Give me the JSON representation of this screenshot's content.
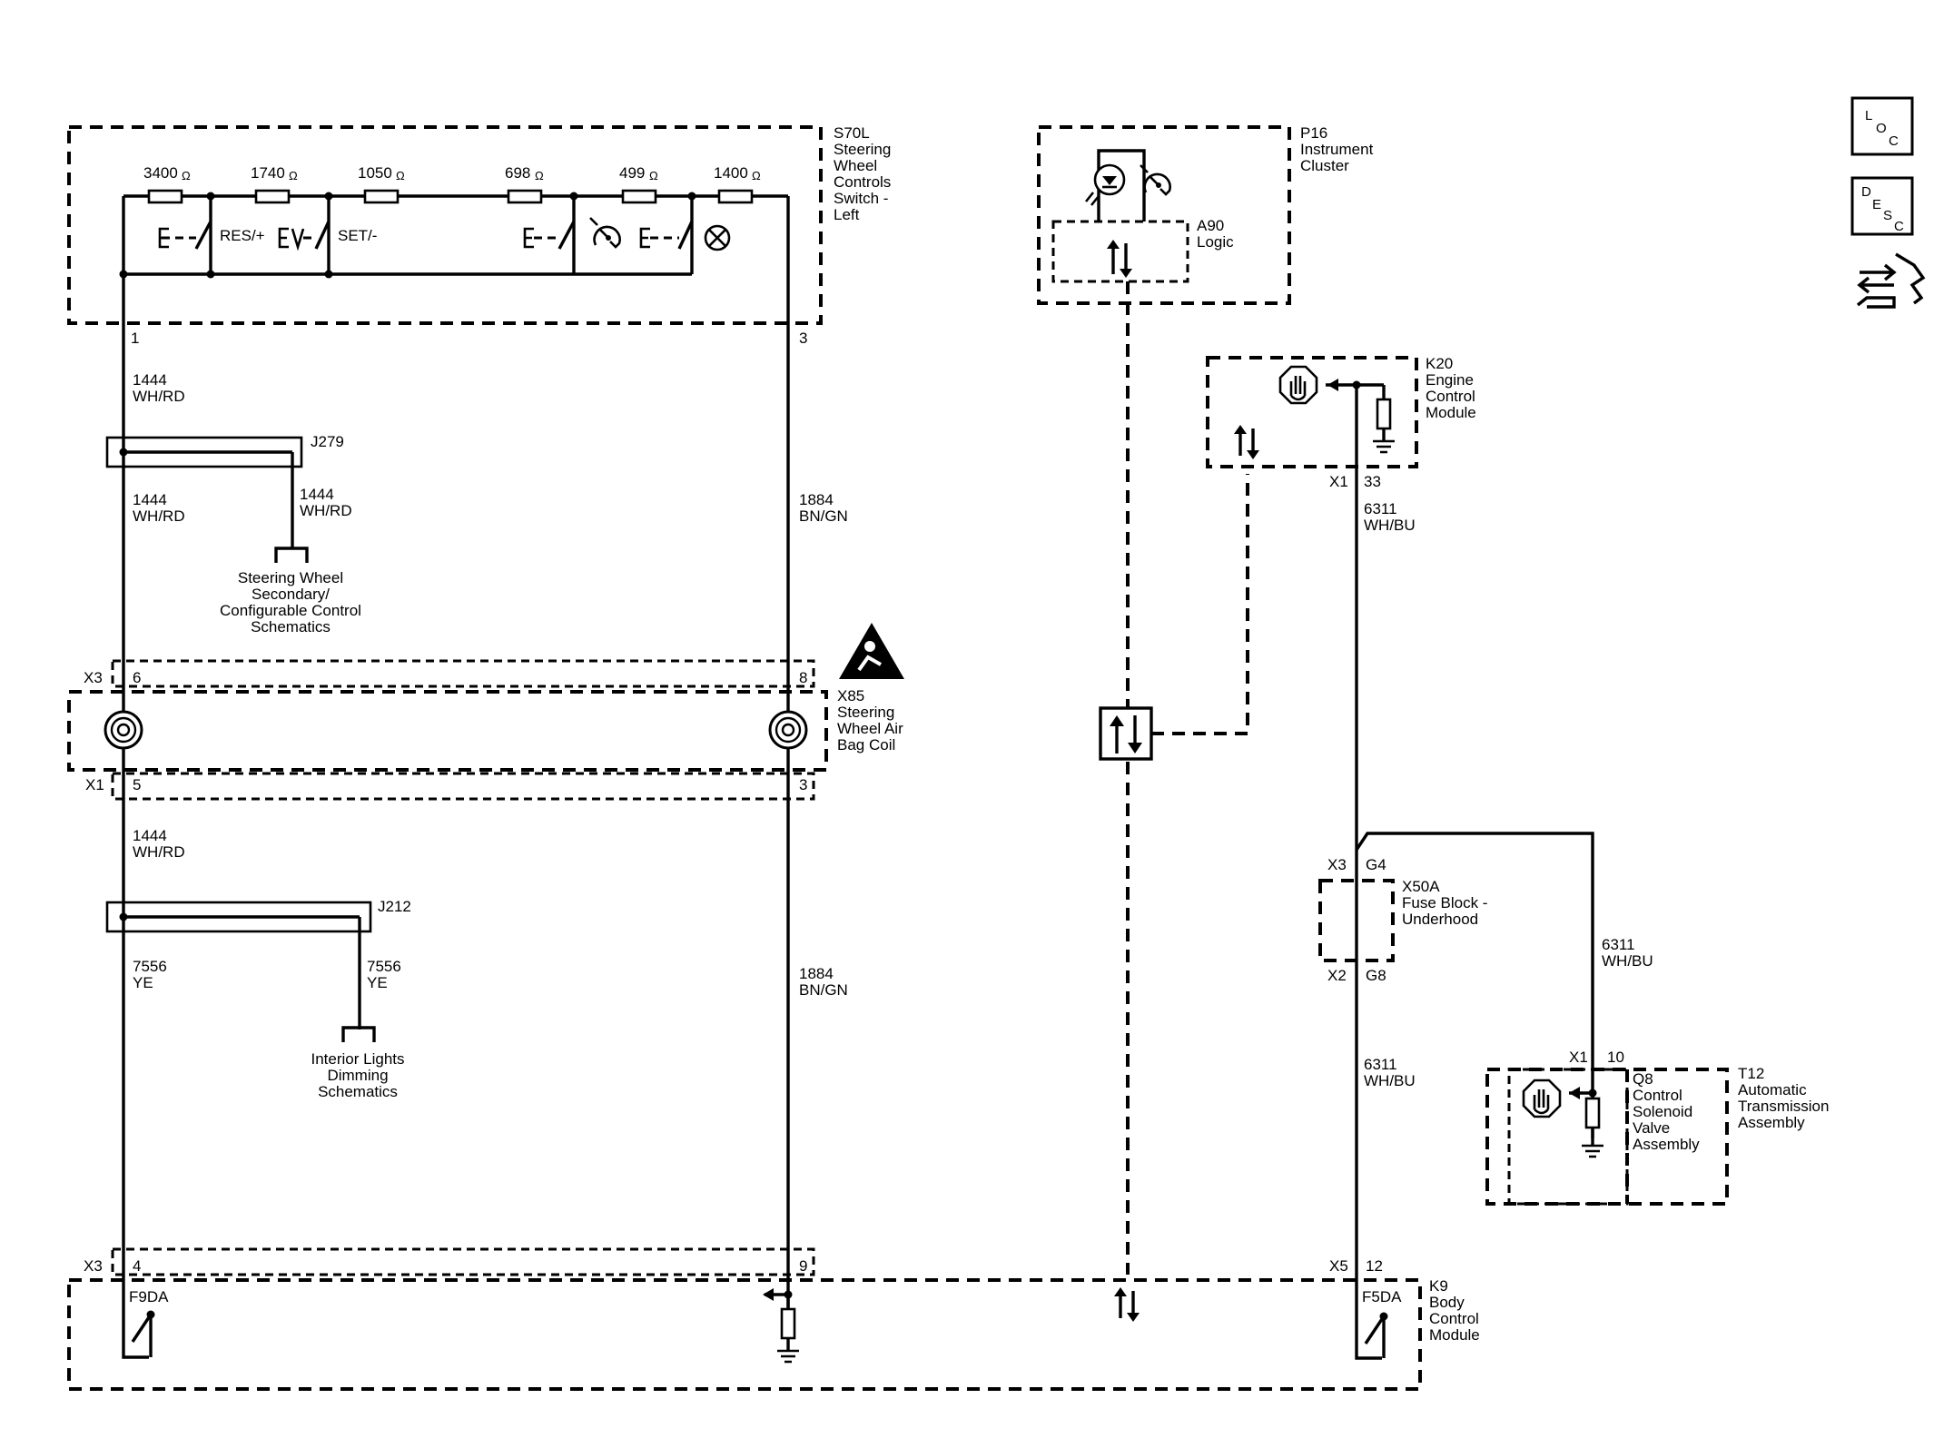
{
  "modules": {
    "s70l": {
      "id": "S70L",
      "lines": [
        "Steering",
        "Wheel",
        "Controls",
        "Switch -",
        "Left"
      ]
    },
    "p16": {
      "id": "P16",
      "lines": [
        "Instrument",
        "Cluster"
      ]
    },
    "a90": {
      "id": "A90",
      "lines": [
        "Logic"
      ]
    },
    "k20": {
      "id": "K20",
      "lines": [
        "Engine",
        "Control",
        "Module"
      ]
    },
    "x85": {
      "id": "X85",
      "lines": [
        "Steering",
        "Wheel Air",
        "Bag Coil"
      ]
    },
    "x50a": {
      "id": "X50A",
      "lines": [
        "Fuse Block -",
        "Underhood"
      ]
    },
    "q8": {
      "id": "Q8",
      "lines": [
        "Control",
        "Solenoid",
        "Valve",
        "Assembly"
      ]
    },
    "t12": {
      "id": "T12",
      "lines": [
        "Automatic",
        "Transmission",
        "Assembly"
      ]
    },
    "k9": {
      "id": "K9",
      "lines": [
        "Body",
        "Control",
        "Module"
      ]
    }
  },
  "resistors": [
    {
      "value": "3400",
      "unit": "Ω"
    },
    {
      "value": "1740",
      "unit": "Ω"
    },
    {
      "value": "1050",
      "unit": "Ω"
    },
    {
      "value": "698",
      "unit": "Ω"
    },
    {
      "value": "499",
      "unit": "Ω"
    },
    {
      "value": "1400",
      "unit": "Ω"
    }
  ],
  "switches": {
    "res": "RES/+",
    "set": "SET/-"
  },
  "splices": {
    "j279": "J279",
    "j212": "J212"
  },
  "wires": {
    "w1444a": {
      "circuit": "1444",
      "color": "WH/RD"
    },
    "w1444b": {
      "circuit": "1444",
      "color": "WH/RD"
    },
    "w1444c": {
      "circuit": "1444",
      "color": "WH/RD"
    },
    "w1444d": {
      "circuit": "1444",
      "color": "WH/RD"
    },
    "w1884a": {
      "circuit": "1884",
      "color": "BN/GN"
    },
    "w1884b": {
      "circuit": "1884",
      "color": "BN/GN"
    },
    "w7556a": {
      "circuit": "7556",
      "color": "YE"
    },
    "w7556b": {
      "circuit": "7556",
      "color": "YE"
    },
    "w6311a": {
      "circuit": "6311",
      "color": "WH/BU"
    },
    "w6311b": {
      "circuit": "6311",
      "color": "WH/BU"
    },
    "w6311c": {
      "circuit": "6311",
      "color": "WH/BU"
    }
  },
  "references": {
    "steering_secondary": [
      "Steering Wheel",
      "Secondary/",
      "Configurable Control",
      "Schematics"
    ],
    "interior_dimming": [
      "Interior Lights",
      "Dimming",
      "Schematics"
    ]
  },
  "pins": {
    "s70l_1": "1",
    "s70l_3": "3",
    "x85_x3": "X3",
    "x85_6": "6",
    "x85_8": "8",
    "x85_x1": "X1",
    "x85_5": "5",
    "x85_3": "3",
    "k20_x1": "X1",
    "k20_33": "33",
    "x50a_x3": "X3",
    "x50a_g4": "G4",
    "x50a_x2": "X2",
    "x50a_g8": "G8",
    "t12_x1": "X1",
    "t12_10": "10",
    "k9_x3": "X3",
    "k9_4": "4",
    "k9_9": "9",
    "k9_x5": "X5",
    "k9_12": "12",
    "k9_f9da": "F9DA",
    "k9_f5da": "F5DA"
  },
  "side_icons": {
    "loc": [
      "L",
      "O",
      "C"
    ],
    "desc": [
      "D",
      "E",
      "S",
      "C"
    ],
    "icon_names": [
      "loc-icon",
      "desc-icon",
      "troubleshoot-icon"
    ]
  },
  "colors": {
    "line": "#000000",
    "background": "#ffffff"
  }
}
